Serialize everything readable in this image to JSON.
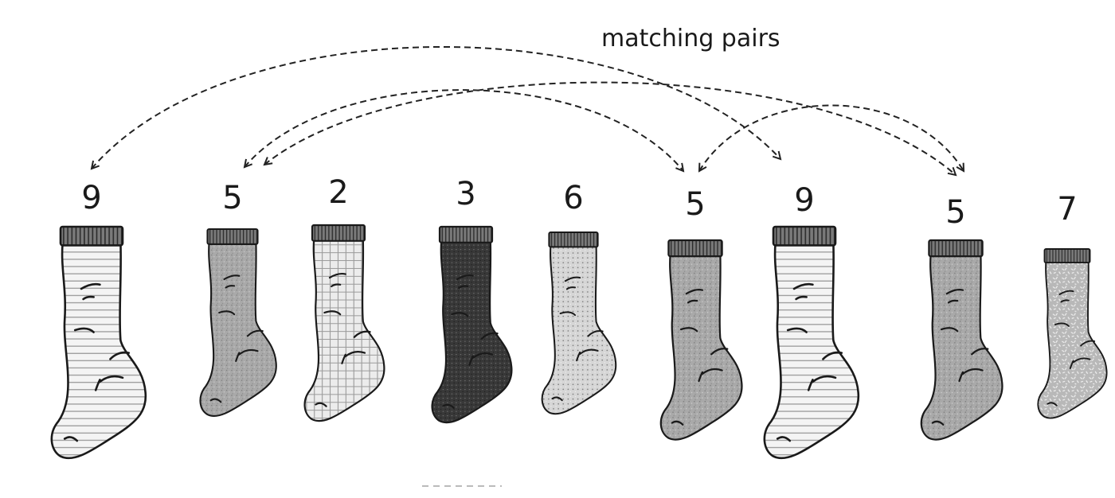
{
  "caption": "matching pairs",
  "socks": [
    {
      "label": "9",
      "pattern": "stripes"
    },
    {
      "label": "5",
      "pattern": "grey-speckle"
    },
    {
      "label": "2",
      "pattern": "grid"
    },
    {
      "label": "3",
      "pattern": "dark-speckle"
    },
    {
      "label": "6",
      "pattern": "gradient-dots"
    },
    {
      "label": "5",
      "pattern": "grey-speckle"
    },
    {
      "label": "9",
      "pattern": "stripes"
    },
    {
      "label": "5",
      "pattern": "grey-speckle"
    },
    {
      "label": "7",
      "pattern": "confetti"
    }
  ],
  "pairs": [
    [
      0,
      6
    ],
    [
      1,
      5
    ],
    [
      1,
      7
    ],
    [
      5,
      7
    ]
  ],
  "colors": {
    "ink": "#1a1a1a",
    "grey_sock": "#a9a9a9",
    "dark_sock": "#3a3a3a",
    "light_sock": "#e9e9e9"
  }
}
